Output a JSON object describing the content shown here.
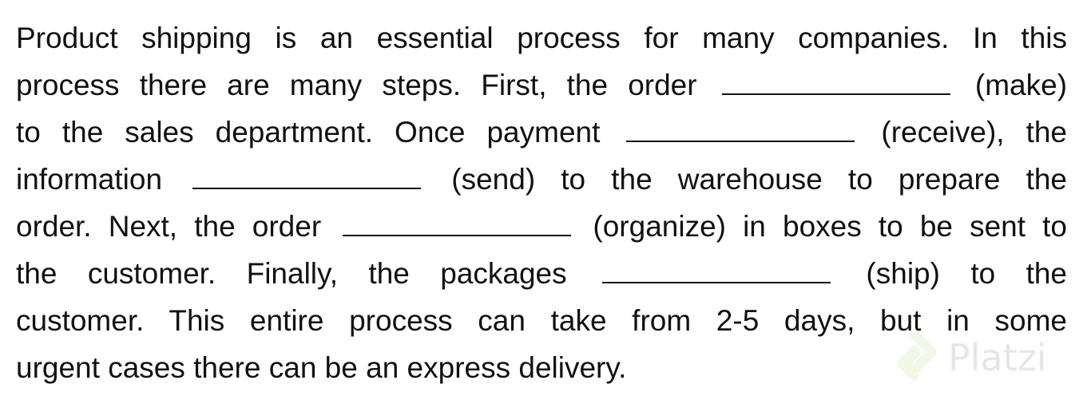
{
  "lines": [
    {
      "text": "Product shipping is an essential process for many companies. In this"
    },
    {
      "before": "process there are many steps. First, the order",
      "after": "(make)"
    },
    {
      "before": "to the sales department. Once payment",
      "after": "(receive), the"
    },
    {
      "before": "information",
      "after": "(send) to the warehouse to prepare the"
    },
    {
      "before": "order. Next, the order",
      "after": "(organize) in boxes to be sent to"
    },
    {
      "before": "the customer. Finally, the packages",
      "after": "(ship) to the"
    },
    {
      "text": "customer. This entire process can take from 2-5 days, but in some"
    },
    {
      "text": "urgent cases there can be an express delivery."
    }
  ],
  "watermark": {
    "text": "Platzi",
    "icon": "platzi-logo-icon",
    "logo_color": "#f3f7e8",
    "text_color": "#e6e6e6"
  }
}
